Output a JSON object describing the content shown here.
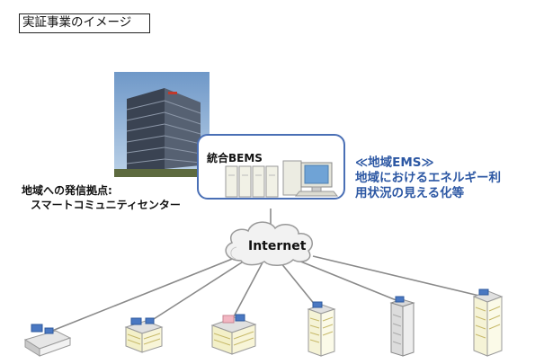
{
  "title": "実証事業のイメージ",
  "hub": {
    "line1": "地域への発信拠点:",
    "line2": "スマートコミュニティセンター"
  },
  "system": {
    "label": "統合BEMS"
  },
  "network": {
    "label": "Internet"
  },
  "note": {
    "heading": "≪地域EMS≫",
    "body": "地域におけるエネルギー利用状況の見える化等"
  },
  "colors": {
    "frame": "#4a6fb5",
    "note_text": "#2c57a3",
    "line": "#8a8a8a"
  },
  "icons": [
    "office-tower-photo",
    "server-rack-icon",
    "desktop-pc-icon",
    "cloud-icon",
    "building-icon"
  ]
}
